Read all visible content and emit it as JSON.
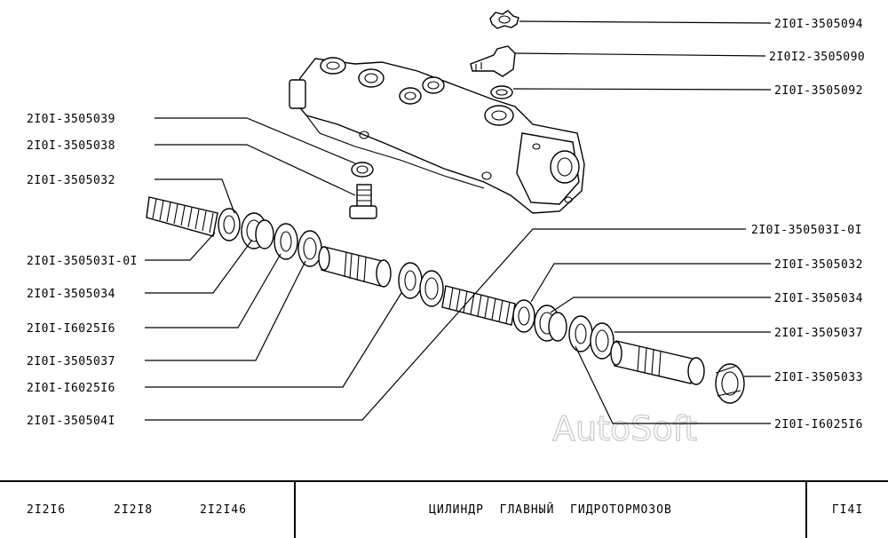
{
  "labels": {
    "l1": "2I0I-3505094",
    "l2": "2I0I2-3505090",
    "l3": "2I0I-3505092",
    "l4": "2I0I-3505039",
    "l5": "2I0I-3505038",
    "l6": "2I0I-3505032",
    "l7": "2I0I-350503I-0I",
    "l8": "2I0I-3505034",
    "l9": "2I0I-I6025I6",
    "l10": "2I0I-3505037",
    "l11": "2I0I-I6025I6",
    "l12": "2I0I-350504I",
    "r1": "2I0I-350503I-0I",
    "r2": "2I0I-3505032",
    "r3": "2I0I-3505034",
    "r4": "2I0I-3505037",
    "r5": "2I0I-3505033",
    "r6": "2I0I-I6025I6"
  },
  "watermark": "AutoSoft",
  "title_block": {
    "models": [
      "2I2I6",
      "2I2I8",
      "2I2I46"
    ],
    "title": "ЦИЛИНДР  ГЛАВНЫЙ  ГИДРОТОРМОЗОВ",
    "code": "ГI4I"
  }
}
